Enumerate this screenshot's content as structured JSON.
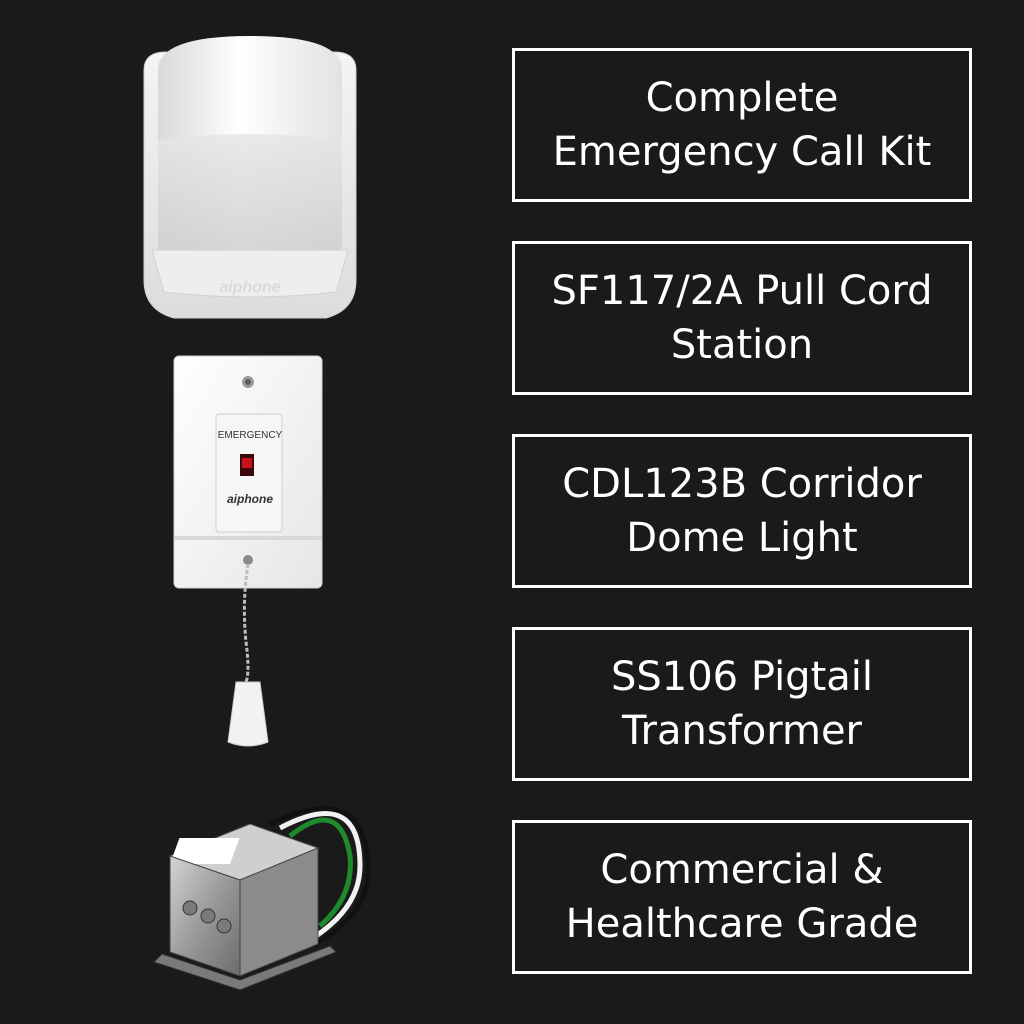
{
  "features": [
    {
      "label": "Complete Emergency Call Kit"
    },
    {
      "label": "SF117/2A Pull Cord Station"
    },
    {
      "label": "CDL123B Corridor Dome Light"
    },
    {
      "label": "SS106 Pigtail Transformer"
    },
    {
      "label": "Commercial & Healthcare Grade"
    }
  ],
  "products": {
    "pull_station_label": "EMERGENCY",
    "brand_mark": "aiphone"
  },
  "colors": {
    "background": "#1b1a1a",
    "box_border": "#ffffff",
    "text": "#ffffff",
    "indicator_red": "#c8121a",
    "wire_green": "#1f8a2c"
  }
}
